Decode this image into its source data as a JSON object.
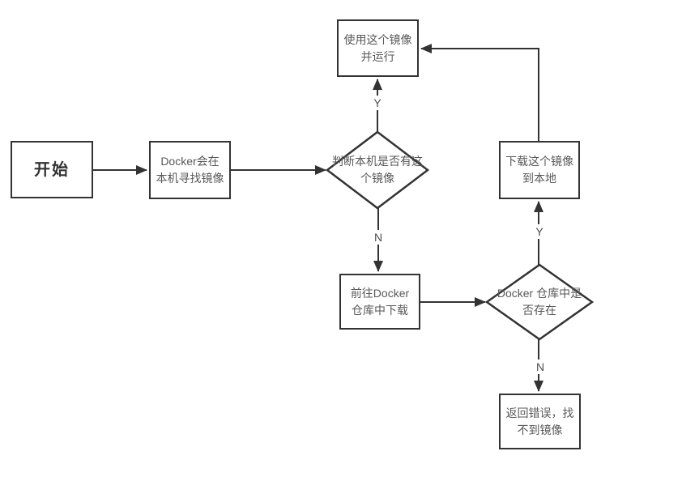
{
  "diagram": {
    "type": "flowchart",
    "language": "zh-CN",
    "nodes": {
      "start": {
        "label": "开始",
        "shape": "rect"
      },
      "find_local": {
        "label": "Docker会在\n本机寻找镜像",
        "shape": "rect"
      },
      "has_image": {
        "label": "判断本机是否有这\n个镜像",
        "shape": "diamond"
      },
      "use_run": {
        "label": "使用这个镜像\n并运行",
        "shape": "rect"
      },
      "download": {
        "label": "下载这个镜像\n到本地",
        "shape": "rect"
      },
      "goto_repo": {
        "label": "前往Docker\n仓库中下载",
        "shape": "rect"
      },
      "repo_exists": {
        "label": "Docker 仓库中是\n否存在",
        "shape": "diamond"
      },
      "not_found": {
        "label": "返回错误，找\n不到镜像",
        "shape": "rect"
      }
    },
    "edge_labels": {
      "has_image_yes": "Y",
      "has_image_no": "N",
      "repo_exists_yes": "Y",
      "repo_exists_no": "N"
    },
    "edges": [
      {
        "from": "start",
        "to": "find_local",
        "label": ""
      },
      {
        "from": "find_local",
        "to": "has_image",
        "label": ""
      },
      {
        "from": "has_image",
        "to": "use_run",
        "label": "Y"
      },
      {
        "from": "has_image",
        "to": "goto_repo",
        "label": "N"
      },
      {
        "from": "goto_repo",
        "to": "repo_exists",
        "label": ""
      },
      {
        "from": "repo_exists",
        "to": "download",
        "label": "Y"
      },
      {
        "from": "repo_exists",
        "to": "not_found",
        "label": "N"
      },
      {
        "from": "download",
        "to": "use_run",
        "label": ""
      }
    ],
    "colors": {
      "line": "#333333",
      "node_border": "#333333",
      "node_fill": "#ffffff",
      "node_text": "#595959",
      "start_text": "#333333",
      "background": "#ffffff"
    }
  }
}
